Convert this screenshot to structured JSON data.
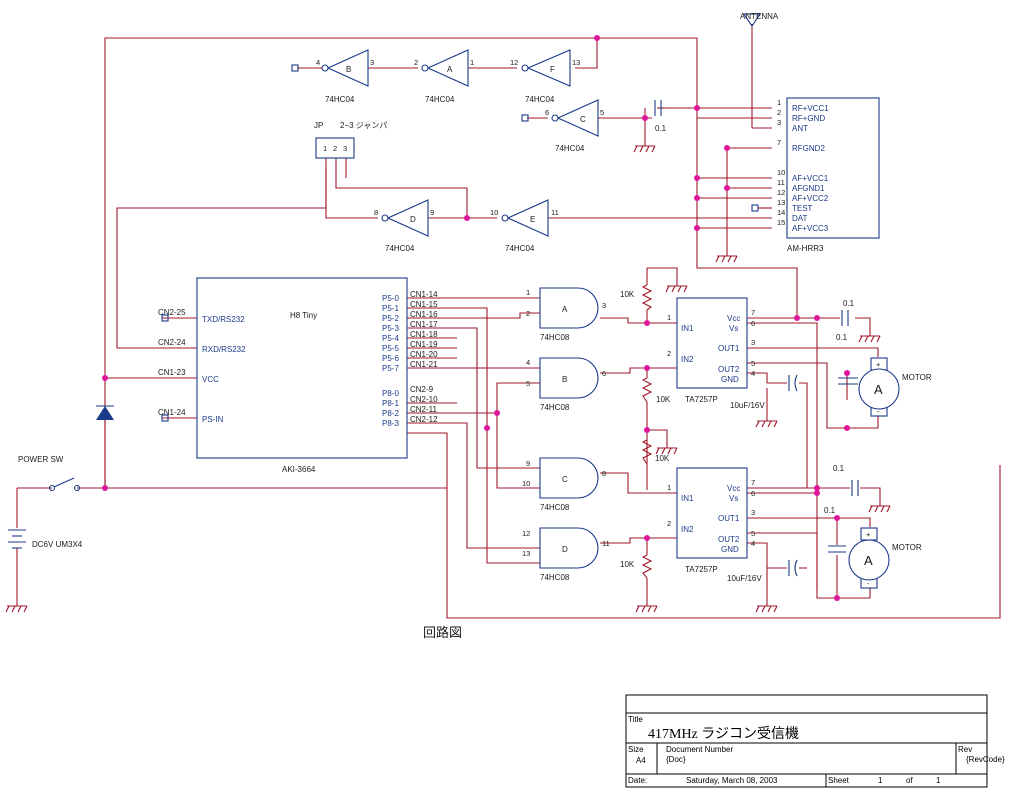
{
  "diagram": {
    "caption": "回路図",
    "antenna_label": "ANTENNA",
    "jumper": {
      "label": "JP",
      "note": "2−3 ジャンパ",
      "pins": [
        "1",
        "2",
        "3"
      ]
    },
    "inverters": [
      {
        "id": "B",
        "part": "74HC04",
        "in_pin": "4",
        "out_pin": "3"
      },
      {
        "id": "A",
        "part": "74HC04",
        "in_pin": "2",
        "out_pin": "1"
      },
      {
        "id": "F",
        "part": "74HC04",
        "in_pin": "12",
        "out_pin": "13"
      },
      {
        "id": "C",
        "part": "74HC04",
        "in_pin": "6",
        "out_pin": "5"
      },
      {
        "id": "D",
        "part": "74HC04",
        "in_pin": "8",
        "out_pin": "9"
      },
      {
        "id": "E",
        "part": "74HC04",
        "in_pin": "10",
        "out_pin": "11"
      }
    ],
    "cap_top": "0.1",
    "receiver": {
      "name": "AM-HRR3",
      "pins": [
        {
          "num": "1",
          "name": "RF+VCC1"
        },
        {
          "num": "2",
          "name": "RF+GND"
        },
        {
          "num": "3",
          "name": "ANT"
        },
        {
          "num": "7",
          "name": "RFGND2"
        },
        {
          "num": "10",
          "name": "AF+VCC1"
        },
        {
          "num": "11",
          "name": "AFGND1"
        },
        {
          "num": "12",
          "name": "AF+VCC2"
        },
        {
          "num": "13",
          "name": "TEST"
        },
        {
          "num": "14",
          "name": "DAT"
        },
        {
          "num": "15",
          "name": "AF+VCC3"
        }
      ]
    },
    "mcu": {
      "name": "AKI-3664",
      "title": "H8 Tiny",
      "left_pins": [
        {
          "net": "CN2-25",
          "name": "TXD/RS232"
        },
        {
          "net": "CN2-24",
          "name": "RXD/RS232"
        },
        {
          "net": "CN1-23",
          "name": "VCC"
        },
        {
          "net": "CN1-24",
          "name": "PS-IN"
        }
      ],
      "right_pins": [
        {
          "port": "P5-0",
          "net": "CN1-14"
        },
        {
          "port": "P5-1",
          "net": "CN1-15"
        },
        {
          "port": "P5-2",
          "net": "CN1-16"
        },
        {
          "port": "P5-3",
          "net": "CN1-17"
        },
        {
          "port": "P5-4",
          "net": "CN1-18"
        },
        {
          "port": "P5-5",
          "net": "CN1-19"
        },
        {
          "port": "P5-6",
          "net": "CN1-20"
        },
        {
          "port": "P5-7",
          "net": "CN1-21"
        },
        {
          "port": "P8-0",
          "net": "CN2-9"
        },
        {
          "port": "P8-1",
          "net": "CN2-10"
        },
        {
          "port": "P8-2",
          "net": "CN2-11"
        },
        {
          "port": "P8-3",
          "net": "CN2-12"
        }
      ]
    },
    "and_gates": [
      {
        "id": "A",
        "part": "74HC08",
        "in1": "1",
        "in2": "2",
        "out": "3"
      },
      {
        "id": "B",
        "part": "74HC08",
        "in1": "4",
        "in2": "5",
        "out": "6"
      },
      {
        "id": "C",
        "part": "74HC08",
        "in1": "9",
        "in2": "10",
        "out": "8"
      },
      {
        "id": "D",
        "part": "74HC08",
        "in1": "12",
        "in2": "13",
        "out": "11"
      }
    ],
    "drivers": [
      {
        "part": "TA7257P",
        "in1": "IN1",
        "in2": "IN2",
        "vcc": "Vcc",
        "vs": "Vs",
        "out1": "OUT1",
        "out2": "OUT2",
        "gnd": "GND",
        "p_in1": "1",
        "p_in2": "2",
        "p_vcc": "7",
        "p_vs": "6",
        "p_out1": "3",
        "p_out2": "5",
        "p_gnd": "4"
      },
      {
        "part": "TA7257P",
        "in1": "IN1",
        "in2": "IN2",
        "vcc": "Vcc",
        "vs": "Vs",
        "out1": "OUT1",
        "out2": "OUT2",
        "gnd": "GND",
        "p_in1": "1",
        "p_in2": "2",
        "p_vcc": "7",
        "p_vs": "6",
        "p_out1": "3",
        "p_out2": "5",
        "p_gnd": "4"
      }
    ],
    "resistor_value": "10K",
    "cap_small": "0.1",
    "cap_elec": "10uF/16V",
    "motor": {
      "label": "MOTOR",
      "symbol": "A",
      "plus": "+",
      "minus": "-"
    },
    "power": {
      "switch": "POWER SW",
      "battery": "DC6V UM3X4"
    }
  },
  "title_block": {
    "title_label": "Title",
    "title": "417MHz ラジコン受信機",
    "size_label": "Size",
    "size": "A4",
    "docnum_label": "Document Number",
    "docnum": "{Doc}",
    "rev_label": "Rev",
    "rev": "{RevCode}",
    "date_label": "Date:",
    "date": "Saturday, March 08, 2003",
    "sheet_label": "Sheet",
    "sheet": "1",
    "of_label": "of",
    "of": "1"
  }
}
